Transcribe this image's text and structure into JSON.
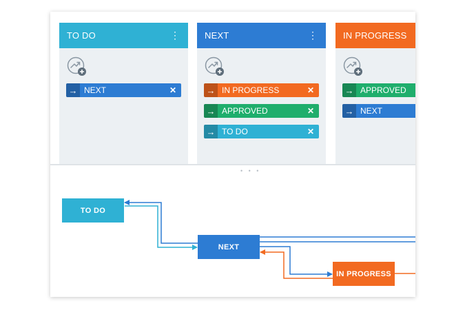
{
  "colors": {
    "todo": "#2fb1d4",
    "next": "#2d7cd3",
    "in_progress": "#f26a21",
    "approved": "#1fae6c",
    "column_bg": "#ecf0f3"
  },
  "board": {
    "columns": [
      {
        "title": "TO DO",
        "menu_icon": "⋮",
        "add_icon": "add-transition-icon",
        "transitions": [
          {
            "label": "NEXT",
            "arrow": "→",
            "close": "✕"
          }
        ]
      },
      {
        "title": "NEXT",
        "menu_icon": "⋮",
        "add_icon": "add-transition-icon",
        "transitions": [
          {
            "label": "IN PROGRESS",
            "arrow": "→",
            "close": "✕"
          },
          {
            "label": "APPROVED",
            "arrow": "→",
            "close": "✕"
          },
          {
            "label": "TO DO",
            "arrow": "→",
            "close": "✕"
          }
        ]
      },
      {
        "title": "IN PROGRESS",
        "menu_icon": "⋮",
        "add_icon": "add-transition-icon",
        "transitions": [
          {
            "label": "APPROVED",
            "arrow": "→",
            "close": "✕"
          },
          {
            "label": "NEXT",
            "arrow": "→",
            "close": "✕"
          }
        ]
      }
    ]
  },
  "splitter": {
    "dots": "• • •"
  },
  "diagram": {
    "nodes": {
      "todo": "TO DO",
      "next": "NEXT",
      "in_progress": "IN PROGRESS"
    }
  }
}
